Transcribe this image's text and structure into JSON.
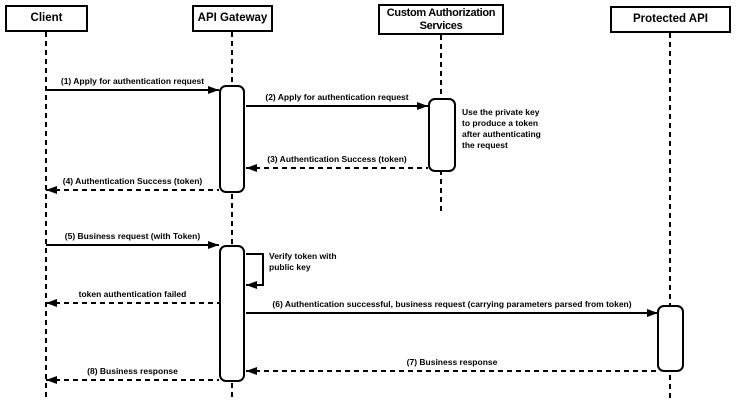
{
  "diagram_type": "sequence-diagram",
  "colors": {
    "line": "#000000",
    "background": "#ffffff",
    "shape_fill": "#ffffff"
  },
  "actors": [
    {
      "id": "client",
      "label": "Client"
    },
    {
      "id": "api-gateway",
      "label": "API Gateway"
    },
    {
      "id": "custom-authorization-services",
      "label": "Custom Authorization Services"
    },
    {
      "id": "protected-api",
      "label": "Protected API"
    }
  ],
  "messages": [
    {
      "label": "(1) Apply for authentication request",
      "from": "Client",
      "to": "API Gateway",
      "line": "solid"
    },
    {
      "label": "(2) Apply for authentication request",
      "from": "API Gateway",
      "to": "Custom Authorization Services",
      "line": "solid"
    },
    {
      "label": "(3) Authentication Success (token)",
      "from": "Custom Authorization Services",
      "to": "API Gateway",
      "line": "dashed"
    },
    {
      "label": "(4) Authentication Success (token)",
      "from": "API Gateway",
      "to": "Client",
      "line": "dashed"
    },
    {
      "label": "(5) Business request (with Token)",
      "from": "Client",
      "to": "API Gateway",
      "line": "solid"
    },
    {
      "label": "Verify token with public key",
      "from": "API Gateway",
      "to": "API Gateway",
      "line": "solid",
      "self_message": true
    },
    {
      "label": "token authentication failed",
      "from": "API Gateway",
      "to": "Client",
      "line": "dashed"
    },
    {
      "label": "(6) Authentication successful, business request (carrying parameters parsed from token)",
      "from": "API Gateway",
      "to": "Protected API",
      "line": "solid"
    },
    {
      "label": "(7) Business response",
      "from": "Protected API",
      "to": "API Gateway",
      "line": "dashed"
    },
    {
      "label": "(8) Business response",
      "from": "API Gateway",
      "to": "Client",
      "line": "dashed"
    }
  ],
  "notes": [
    {
      "label": "Use the private key to produce a token after authenticating the request",
      "attached_to": "Custom Authorization Services"
    }
  ]
}
